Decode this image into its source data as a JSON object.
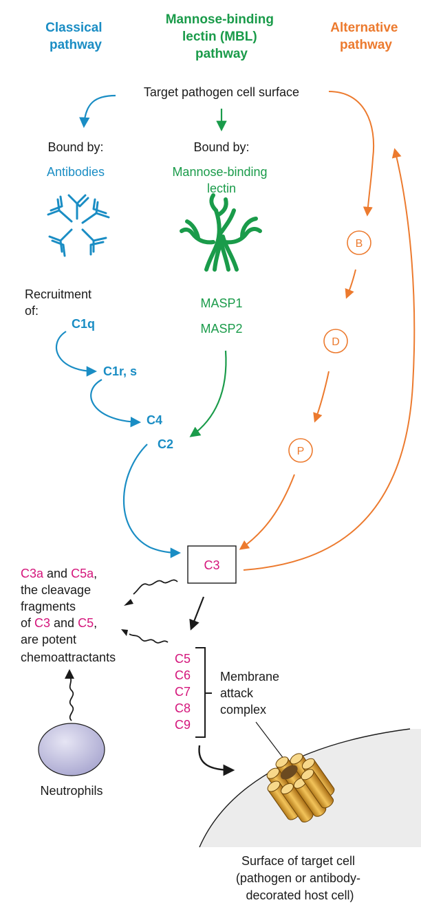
{
  "colors": {
    "classical": "#1a8dc4",
    "mbl": "#1a9b4a",
    "alternative": "#ec7a2e",
    "magenta": "#d4157b",
    "black": "#1a1a1a",
    "neutrophil": "#c9c8e4",
    "gold": "#e9b23a"
  },
  "headers": {
    "classical": [
      "Classical",
      "pathway"
    ],
    "mbl": [
      "Mannose-binding",
      "lectin (MBL)",
      "pathway"
    ],
    "alternative": [
      "Alternative",
      "pathway"
    ]
  },
  "target_surface": "Target pathogen cell surface",
  "classical": {
    "bound_by": "Bound by:",
    "binder": "Antibodies",
    "recruitment": [
      "Recruitment",
      "of:"
    ],
    "c1q": "C1q",
    "c1rs": "C1r, s",
    "c4": "C4",
    "c2": "C2"
  },
  "mbl": {
    "bound_by": "Bound by:",
    "binder": [
      "Mannose-binding",
      "lectin"
    ],
    "masp1": "MASP1",
    "masp2": "MASP2"
  },
  "alternative": {
    "factor_b": "B",
    "factor_d": "D",
    "factor_p": "P"
  },
  "c3": "C3",
  "chemo": {
    "line1": {
      "a": "C3a",
      "b": " and ",
      "c": "C5a",
      "d": ","
    },
    "line2": "the cleavage",
    "line3": "fragments",
    "line4": {
      "a": "of ",
      "b": "C3",
      "c": " and ",
      "d": "C5",
      "e": ","
    },
    "line5": "are potent",
    "line6": "chemoattractants"
  },
  "mac_components": [
    "C5",
    "C6",
    "C7",
    "C8",
    "C9"
  ],
  "mac_label": [
    "Membrane",
    "attack",
    "complex"
  ],
  "neutrophils": "Neutrophils",
  "target_cell": [
    "Surface of target cell",
    "(pathogen or antibody-",
    "decorated host cell)"
  ]
}
